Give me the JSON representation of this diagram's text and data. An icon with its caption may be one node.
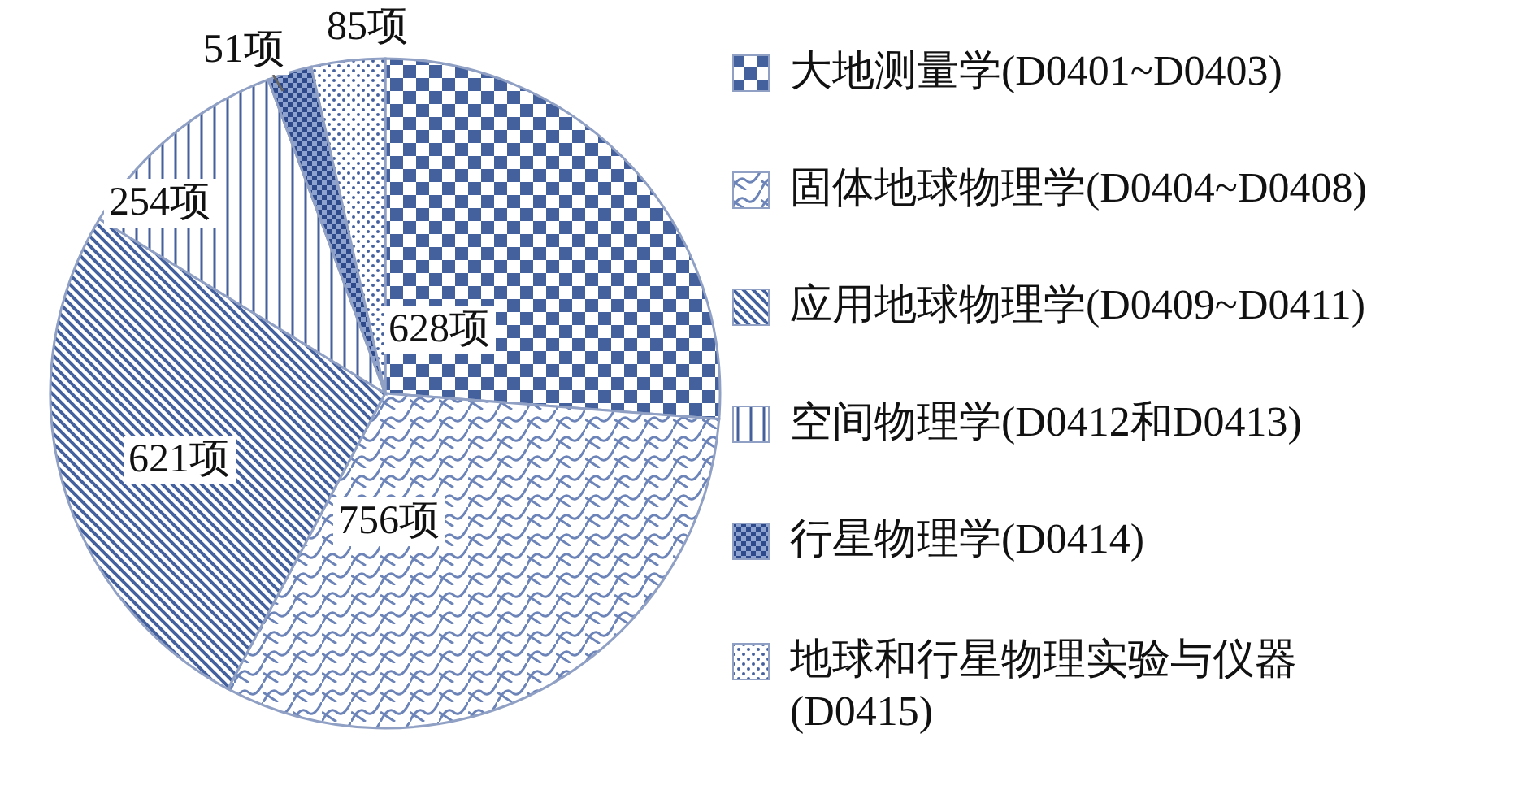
{
  "diagram": {
    "legend": [
      {
        "text": "大地测量学(D0401~D0403)"
      },
      {
        "text": "固体地球物理学(D0404~D0408)"
      },
      {
        "text": "应用地球物理学(D0409~D0411)"
      },
      {
        "text": "空间物理学(D0412和D0413)"
      },
      {
        "text": "行星物理学(D0414)"
      },
      {
        "text": "地球和行星物理实验与仪器(D0415)"
      }
    ],
    "chart_data": {
      "type": "pie",
      "values": [
        628,
        756,
        621,
        254,
        51,
        85
      ],
      "value_labels": [
        "628项",
        "756项",
        "621项",
        "254项",
        "51项",
        "85项"
      ]
    }
  }
}
